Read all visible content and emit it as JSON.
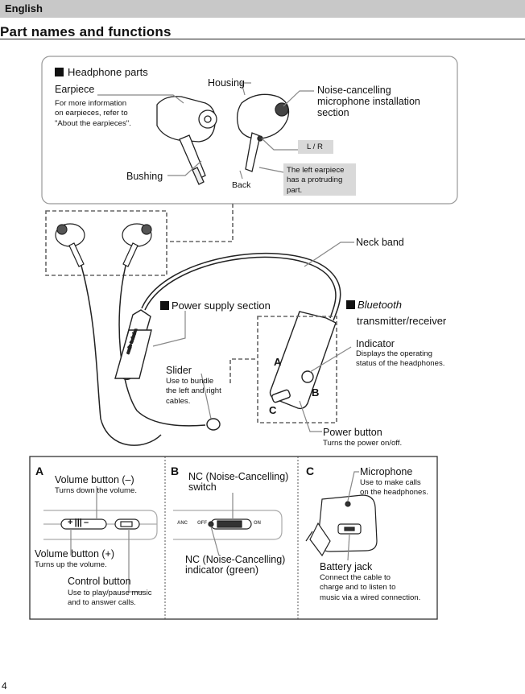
{
  "header": {
    "language": "English",
    "title": "Part names and functions",
    "page_number": "4"
  },
  "headphone_parts": {
    "heading": "Headphone parts",
    "earpiece": "Earpiece",
    "earpiece_note": [
      "For more information",
      "on earpieces, refer to",
      "\"About the earpieces\"."
    ],
    "housing": "Housing",
    "nc_mic_section": [
      "Noise-cancelling",
      "microphone installation",
      "section"
    ],
    "lr": "L / R",
    "bushing": "Bushing",
    "back": "Back",
    "left_note": [
      "The left earpiece",
      "has a protruding",
      "part."
    ]
  },
  "main": {
    "neck_band": "Neck band",
    "power_supply": "Power supply section",
    "bluetooth_italic": "Bluetooth",
    "bluetooth_rest": "transmitter/receiver",
    "indicator": "Indicator",
    "indicator_desc": [
      "Displays the operating",
      "status of the headphones."
    ],
    "slider": "Slider",
    "slider_desc": [
      "Use to bundle",
      "the left and right",
      "cables."
    ],
    "power_button": "Power button",
    "power_button_desc": "Turns the power on/off.",
    "callout_a": "A",
    "callout_b": "B",
    "callout_c": "C"
  },
  "panel_a": {
    "letter": "A",
    "vol_minus": "Volume button (–)",
    "vol_minus_desc": "Turns down the volume.",
    "vol_plus": "Volume button (+)",
    "vol_plus_desc": "Turns up the volume.",
    "control": "Control button",
    "control_desc": [
      "Use to play/pause music",
      "and to answer calls."
    ]
  },
  "panel_b": {
    "letter": "B",
    "switch_label": [
      "NC (Noise-Cancelling)",
      "switch"
    ],
    "indicator_label": [
      "NC (Noise-Cancelling)",
      "indicator (green)"
    ],
    "anc": "ANC",
    "off": "OFF",
    "on": "ON"
  },
  "panel_c": {
    "letter": "C",
    "microphone": "Microphone",
    "microphone_desc": [
      "Use to make calls",
      "on the headphones."
    ],
    "battery_jack": "Battery jack",
    "battery_desc": [
      "Connect the cable to",
      "charge and to listen to",
      "music via a wired connection."
    ]
  }
}
